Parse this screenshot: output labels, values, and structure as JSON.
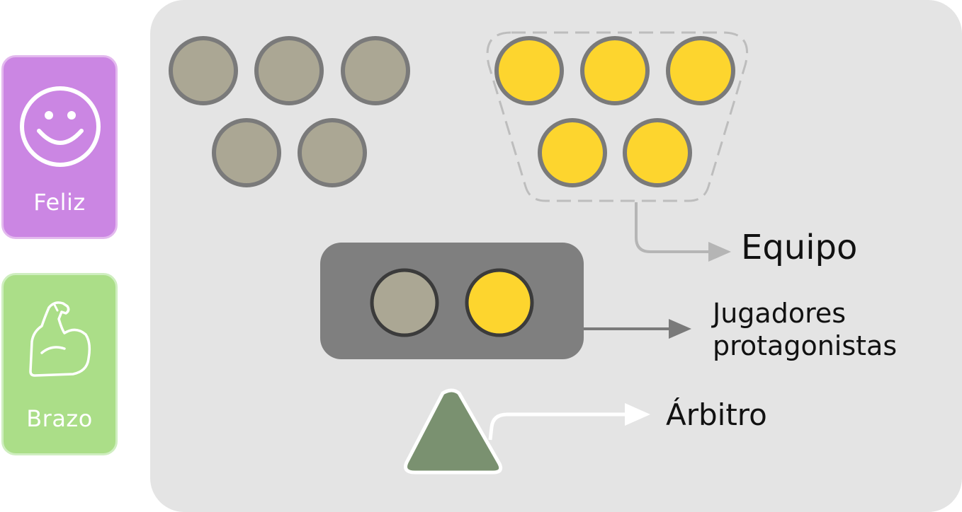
{
  "sidebar": {
    "cards": [
      {
        "label": "Feliz",
        "icon": "smiley-icon",
        "color": "#cb86e3"
      },
      {
        "label": "Brazo",
        "icon": "flexed-arm-icon",
        "color": "#abde88"
      }
    ]
  },
  "diagram": {
    "labels": {
      "team": "Equipo",
      "featured_players_line1": "Jugadores",
      "featured_players_line2": "protagonistas",
      "referee": "Árbitro"
    },
    "groups": {
      "grey_team_players": 5,
      "yellow_team_players": 5,
      "featured_players": 2
    },
    "colors": {
      "panel": "#e4e4e4",
      "grey_player": "#aba794",
      "yellow_player": "#fdd52e",
      "player_border": "#7a7a7a",
      "featured_box": "#7f7f7f",
      "referee": "#7a9170",
      "arrow_light": "#b5b5b5",
      "arrow_dark": "#7a7a7a"
    }
  }
}
